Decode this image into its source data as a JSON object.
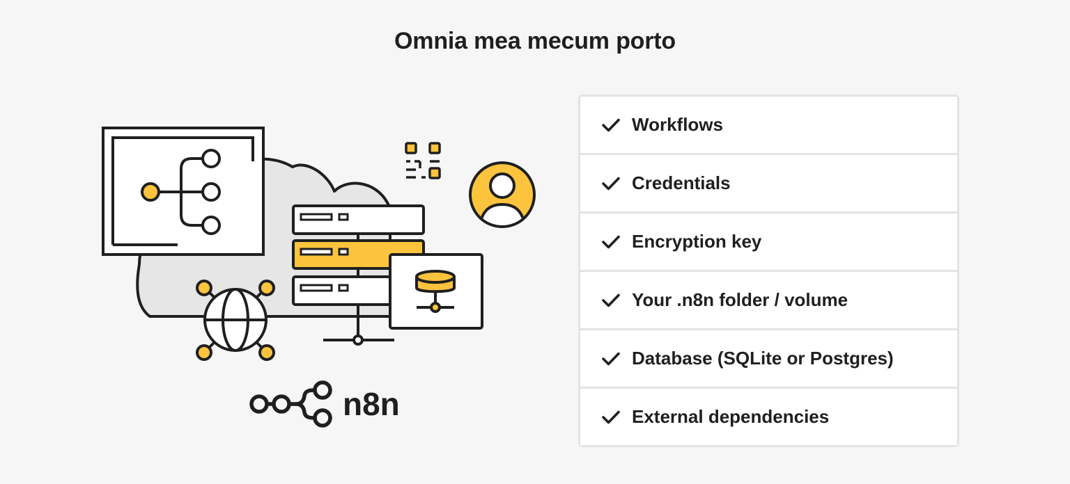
{
  "title": "Omnia mea mecum porto",
  "brand": {
    "name": "n8n",
    "logo_icon": "n8n-logo-icon"
  },
  "colors": {
    "accent": "#fcc43c",
    "ink": "#1f1f1f",
    "panel_border": "#e3e3e3",
    "background": "#f6f6f6",
    "cloud": "#e6e6e6"
  },
  "illustration": {
    "icons": [
      "workflow-monitor-icon",
      "cloud-icon",
      "server-rack-icon",
      "database-icon",
      "qr-code-icon",
      "user-avatar-icon",
      "globe-network-icon"
    ]
  },
  "checklist": {
    "items": [
      {
        "label": "Workflows",
        "icon": "checkmark-icon"
      },
      {
        "label": "Credentials",
        "icon": "checkmark-icon"
      },
      {
        "label": "Encryption key",
        "icon": "checkmark-icon"
      },
      {
        "label": "Your .n8n folder / volume",
        "icon": "checkmark-icon"
      },
      {
        "label": "Database (SQLite or Postgres)",
        "icon": "checkmark-icon"
      },
      {
        "label": "External dependencies",
        "icon": "checkmark-icon"
      }
    ]
  }
}
